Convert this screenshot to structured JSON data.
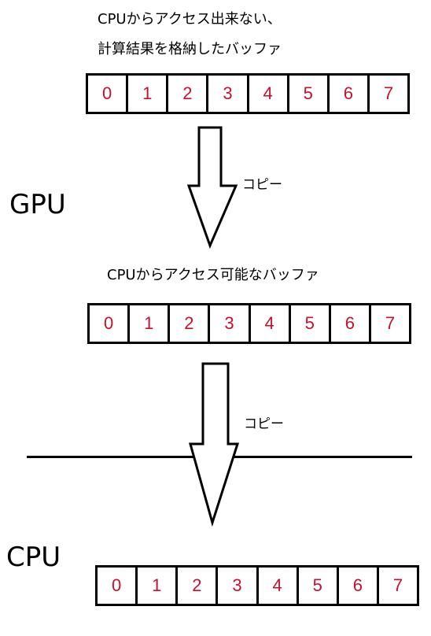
{
  "captions": {
    "gpu_buffer_line1": "CPUからアクセス出来ない、",
    "gpu_buffer_line2": "計算結果を格納したバッファ",
    "cpu_accessible_buffer": "CPUからアクセス可能なバッファ"
  },
  "zones": {
    "gpu": "GPU",
    "cpu": "CPU"
  },
  "copy_labels": {
    "first": "コピー",
    "second": "コピー"
  },
  "buffers": {
    "gpu_compute": [
      "0",
      "1",
      "2",
      "3",
      "4",
      "5",
      "6",
      "7"
    ],
    "gpu_readback": [
      "0",
      "1",
      "2",
      "3",
      "4",
      "5",
      "6",
      "7"
    ],
    "cpu": [
      "0",
      "1",
      "2",
      "3",
      "4",
      "5",
      "6",
      "7"
    ]
  },
  "colors": {
    "index_text": "#c8102e",
    "lines": "#000000"
  }
}
